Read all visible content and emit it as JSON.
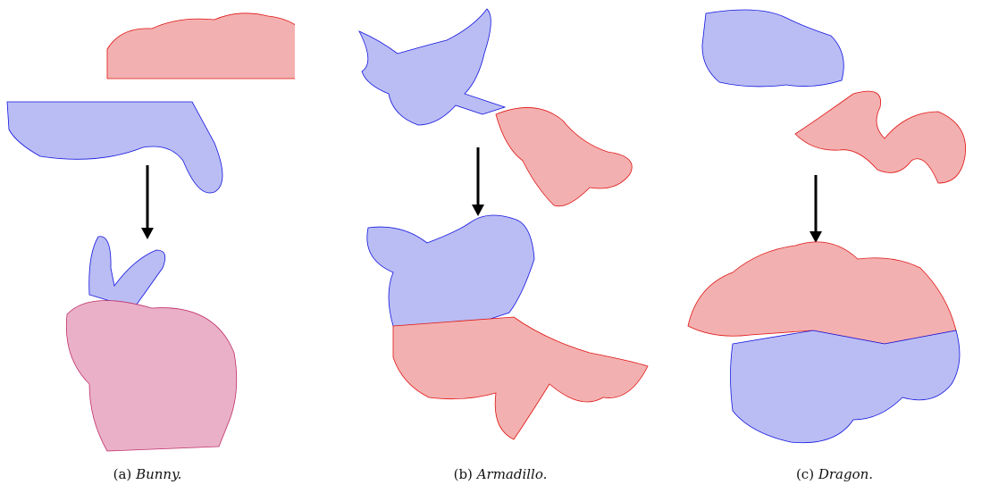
{
  "captions": {
    "a": {
      "label": "(a)",
      "name": "Bunny."
    },
    "b": {
      "label": "(b)",
      "name": "Armadillo."
    },
    "c": {
      "label": "(c)",
      "name": "Dragon."
    }
  },
  "colors": {
    "source": "#1414e0",
    "target": "#e01414",
    "arrow": "#000000"
  }
}
